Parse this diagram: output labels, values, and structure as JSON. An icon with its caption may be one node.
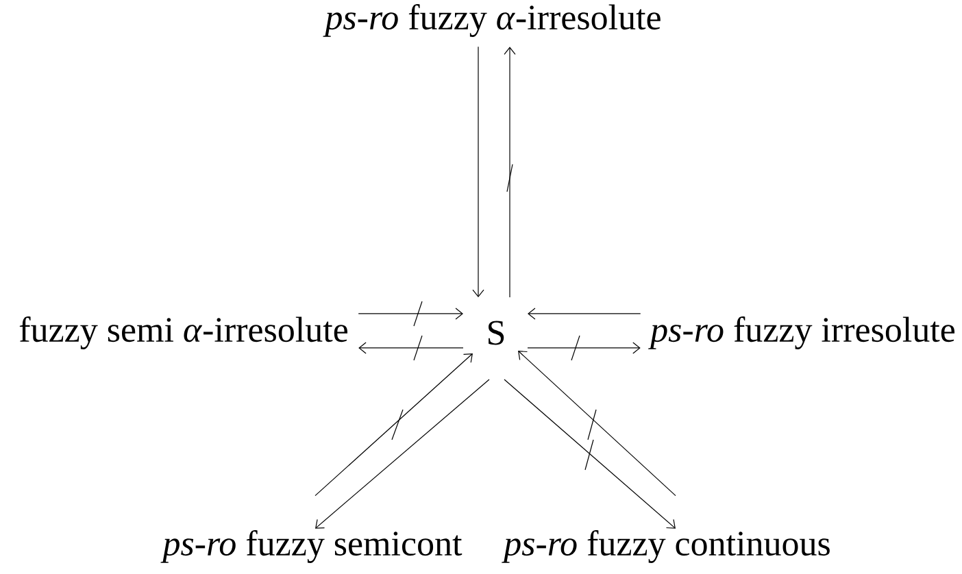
{
  "diagram": {
    "nodes": [
      {
        "text": [
          "*ps-ro* fuzzy *α*-irresolute"
        ]
      },
      {
        "text": [
          "fuzzy semi *α*-irresolute"
        ]
      },
      {
        "text": [
          "S"
        ]
      },
      {
        "text": [
          "*ps-ro* fuzzy irresolute"
        ]
      },
      {
        "text": [
          "*ps-ro* fuzzy semicont"
        ]
      },
      {
        "text": [
          "*ps-ro* fuzzy continuous"
        ]
      }
    ],
    "edges": [
      {
        "from": 0,
        "to": 2,
        "arrow": "to"
      },
      {
        "from": 2,
        "to": 0,
        "arrow": "to"
      },
      {
        "from": 1,
        "to": 2,
        "arrow": "to"
      },
      {
        "from": 2,
        "to": 1,
        "arrow": "to"
      },
      {
        "from": 3,
        "to": 2,
        "arrow": "to"
      },
      {
        "from": 2,
        "to": 3,
        "arrow": "to"
      },
      {
        "from": 4,
        "to": 2,
        "arrow": "to"
      },
      {
        "from": 2,
        "to": 4,
        "arrow": "to"
      },
      {
        "from": 5,
        "to": 2,
        "arrow": "to"
      },
      {
        "from": 2,
        "to": 5,
        "arrow": "to"
      }
    ]
  }
}
